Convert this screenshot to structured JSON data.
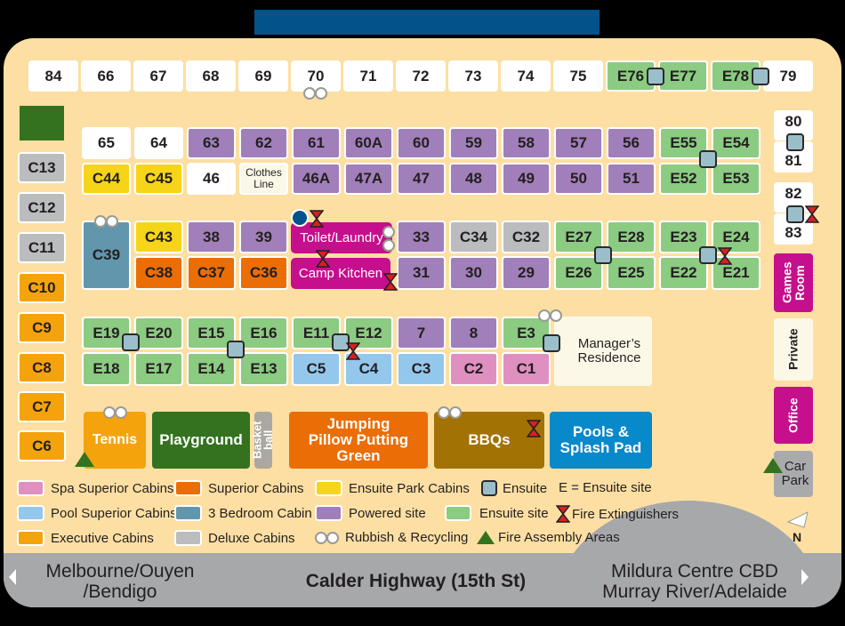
{
  "title": "",
  "colors": {
    "title_bar": "#03538a",
    "background": "#fddfa3",
    "powered_site": "#a17fba",
    "ensuite_site": "#8bcb82",
    "ensuite_park_cabins": "#f6d518",
    "superior_cabins": "#eb6d06",
    "executive_cabins": "#f5a30c",
    "deluxe_cabins": "#bbbcbe",
    "pool_superior_cabins": "#94c7ec",
    "spa_superior_cabins": "#df90c1",
    "three_bedroom_cabin": "#6296ac",
    "facility_magenta": "#c50f8c",
    "road": "#a7a8aa"
  },
  "sites": {
    "row1": [
      "84",
      "66",
      "67",
      "68",
      "69",
      "70",
      "71",
      "72",
      "73",
      "74",
      "75",
      "E76",
      "E77",
      "E78",
      "79"
    ],
    "row2": [
      "65",
      "64",
      "63",
      "62",
      "61",
      "60A",
      "60",
      "59",
      "58",
      "57",
      "56",
      "E55",
      "E54"
    ],
    "row3": [
      "C44",
      "C45",
      "46",
      "Clothes Line",
      "46A",
      "47A",
      "47",
      "48",
      "49",
      "50",
      "51",
      "E52",
      "E53"
    ],
    "row4": [
      "C39",
      "C43",
      "38",
      "39",
      "Toilet/Laundry",
      "33",
      "C34",
      "C32",
      "E27",
      "E28",
      "E23",
      "E24"
    ],
    "row5": [
      "C38",
      "C37",
      "C36",
      "Camp Kitchen",
      "31",
      "30",
      "29",
      "E26",
      "E25",
      "E22",
      "E21"
    ],
    "row6": [
      "E19",
      "E20",
      "E15",
      "E16",
      "E11",
      "E12",
      "7",
      "8",
      "E3",
      "Manager’s Residence"
    ],
    "row7": [
      "E18",
      "E17",
      "E14",
      "E13",
      "C5",
      "C4",
      "C3",
      "C2",
      "C1"
    ],
    "left_column": [
      "C13",
      "C12",
      "C11",
      "C10",
      "C9",
      "C8",
      "C7",
      "C6"
    ],
    "right_column": [
      "80",
      "81",
      "82",
      "83",
      "Games Room",
      "Private",
      "Office",
      "Car Park"
    ]
  },
  "facilities": {
    "tennis": "Tennis",
    "playground": "Playground",
    "basketball": "Basket ball",
    "jumping_pillow": "Jumping Pillow Putting Green",
    "bbqs": "BBQs",
    "pools": "Pools & Splash Pad"
  },
  "legend": [
    {
      "label": "Spa Superior Cabins",
      "color": "#df90c1"
    },
    {
      "label": "Superior Cabins",
      "color": "#eb6d06"
    },
    {
      "label": "Ensuite Park Cabins",
      "color": "#f6d518"
    },
    {
      "label": "Ensuite",
      "icon": "ensuite-icon"
    },
    {
      "label": "E = Ensuite site"
    },
    {
      "label": "Pool Superior Cabins",
      "color": "#94c7ec"
    },
    {
      "label": "3 Bedroom Cabin",
      "color": "#6296ac"
    },
    {
      "label": "Powered site",
      "color": "#a17fba"
    },
    {
      "label": "Ensuite site",
      "color": "#8bcb82"
    },
    {
      "label": "Fire Extinguishers",
      "icon": "fire-extinguisher-icon"
    },
    {
      "label": "Executive Cabins",
      "color": "#f5a30c"
    },
    {
      "label": "Deluxe Cabins",
      "color": "#bbbcbe"
    },
    {
      "label": "Rubbish & Recycling",
      "icon": "rubbish-icon"
    },
    {
      "label": "Fire Assembly Areas",
      "icon": "fire-assembly-icon"
    }
  ],
  "road": {
    "left_destination": "Melbourne/Ouyen /Bendigo",
    "left_line1": "Melbourne/Ouyen",
    "left_line2": "/Bendigo",
    "name": "Calder Highway (15th St)",
    "right_line1": "Mildura Centre CBD",
    "right_line2": "Murray River/Adelaide"
  },
  "compass": {
    "label": "N"
  }
}
